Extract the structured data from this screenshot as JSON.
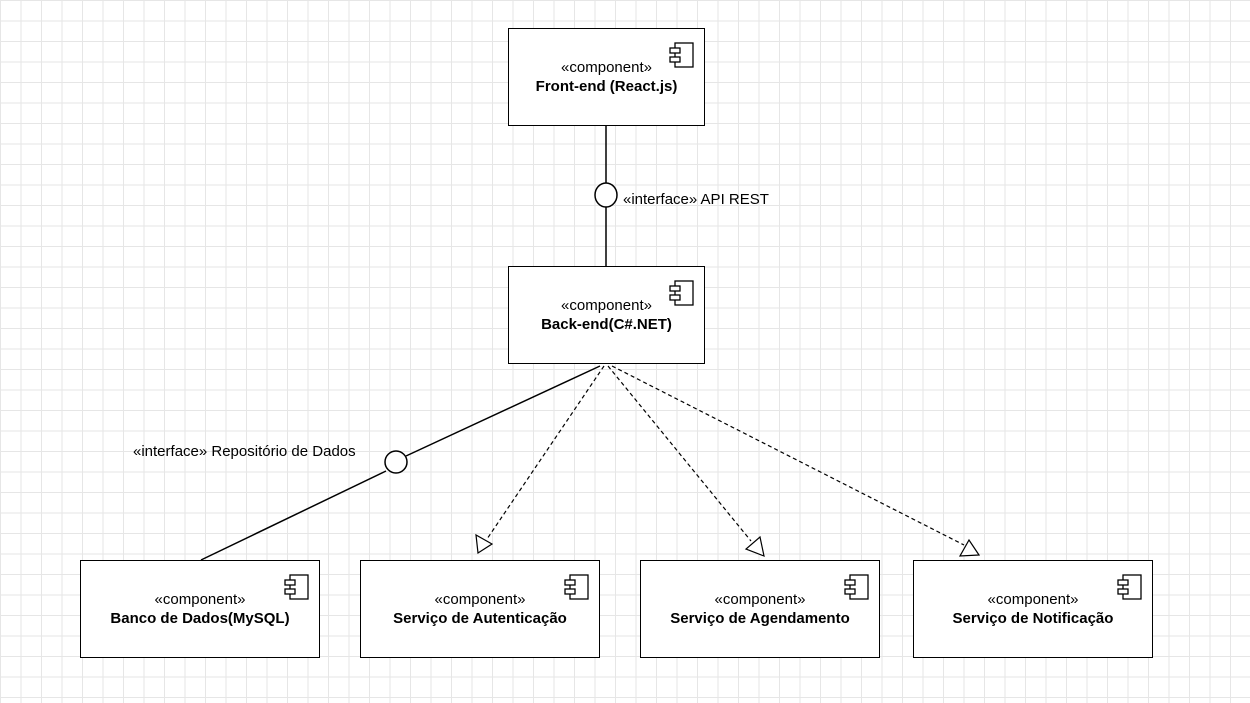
{
  "diagram": {
    "components": {
      "frontend": {
        "stereotype": "«component»",
        "name": "Front-end (React.js)"
      },
      "backend": {
        "stereotype": "«component»",
        "name": "Back-end(C#.NET)"
      },
      "database": {
        "stereotype": "«component»",
        "name": "Banco de Dados(MySQL)"
      },
      "auth": {
        "stereotype": "«component»",
        "name": "Serviço de Autenticação"
      },
      "scheduling": {
        "stereotype": "«component»",
        "name": "Serviço de Agendamento"
      },
      "notification": {
        "stereotype": "«component»",
        "name": "Serviço de Notificação"
      }
    },
    "interfaces": {
      "api": "«interface» API REST",
      "repository": "«interface» Repositório de Dados"
    },
    "icon": "component-icon",
    "colors": {
      "line": "#000000",
      "grid": "#e6e6e6",
      "background": "#ffffff"
    }
  }
}
